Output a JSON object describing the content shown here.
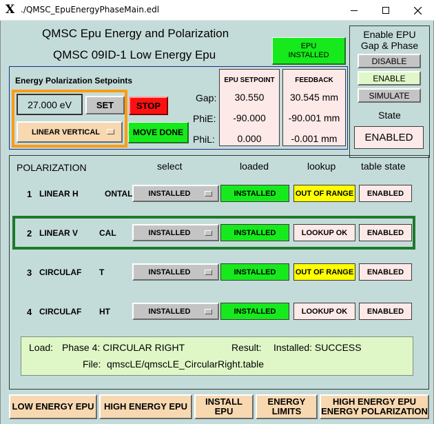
{
  "window": {
    "title": "./QMSC_EpuEnergyPhaseMain.edl",
    "app_icon": "X"
  },
  "header": {
    "line1": "QMSC Epu Energy and Polarization",
    "line2": "QMSC 09ID-1 Low Energy Epu",
    "epu_installed_line1": "EPU",
    "epu_installed_line2": "INSTALLED"
  },
  "enable_panel": {
    "title_line1": "Enable EPU",
    "title_line2": "Gap & Phase",
    "disable_label": "DISABLE",
    "enable_label": "ENABLE",
    "simulate_label": "SIMULATE",
    "state_label": "State",
    "state_value": "ENABLED"
  },
  "setpoints": {
    "title": "Energy Polarization Setpoints",
    "energy_value": "27.000 eV",
    "set_label": "SET",
    "stop_label": "STOP",
    "polarization_menu": "LINEAR VERTICAL",
    "move_done_label": "MOVE DONE",
    "row_labels": [
      "Gap:",
      "PhiE:",
      "PhiL:"
    ],
    "epu_setpoint_header": "EPU SETPOINT",
    "feedback_header": "FEEDBACK",
    "epu_setpoint_values": [
      "30.550",
      "-90.000",
      "0.000"
    ],
    "feedback_values": [
      "30.545 mm",
      "-90.001 mm",
      "-0.001 mm"
    ]
  },
  "polarization": {
    "title": "POLARIZATION",
    "col_headers": {
      "select": "select",
      "loaded": "loaded",
      "lookup": "lookup",
      "table_state": "table state"
    },
    "rows": [
      {
        "num": "1",
        "name_a": "LINEAR H",
        "name_b": "ONTAL",
        "select": "INSTALLED",
        "loaded": "INSTALLED",
        "lookup": "OUT OF RANGE",
        "table_state": "ENABLED"
      },
      {
        "num": "2",
        "name_a": "LINEAR V",
        "name_b": "CAL",
        "select": "INSTALLED",
        "loaded": "INSTALLED",
        "lookup": "LOOKUP OK",
        "table_state": "ENABLED"
      },
      {
        "num": "3",
        "name_a": "CIRCULAF",
        "name_b": "T",
        "select": "INSTALLED",
        "loaded": "INSTALLED",
        "lookup": "OUT OF RANGE",
        "table_state": "ENABLED"
      },
      {
        "num": "4",
        "name_a": "CIRCULAF",
        "name_b": "HT",
        "select": "INSTALLED",
        "loaded": "INSTALLED",
        "lookup": "LOOKUP OK",
        "table_state": "ENABLED"
      }
    ],
    "load_label": "Load:",
    "load_value": "Phase 4: CIRCULAR RIGHT",
    "result_label": "Result:",
    "result_value": "Installed: SUCCESS",
    "file_label": "File:",
    "file_value": "qmscLE/qmscLE_CircularRight.table"
  },
  "bottom_buttons": {
    "low_energy": "LOW ENERGY EPU",
    "high_energy": "HIGH ENERGY EPU",
    "install_line1": "INSTALL",
    "install_line2": "EPU",
    "energy_limits_line1": "ENERGY",
    "energy_limits_line2": "LIMITS",
    "high_pol_line1": "HIGH ENERGY EPU",
    "high_pol_line2": "ENERGY POLARIZATION"
  },
  "colors": {
    "background": "#c4dcd9",
    "green": "#16ea1c",
    "yellow": "#ffff00",
    "pink": "#fde9e8",
    "red": "#ff1010",
    "orange_focus": "#ff9b12",
    "dark_green_focus": "#1f7a2a",
    "blue_frame": "#1c2a8a",
    "tan": "#f7d8b0",
    "light_green_panel": "#dff7c6"
  },
  "icons": {
    "minimize": "minimize-icon",
    "maximize": "maximize-icon",
    "close": "close-icon"
  }
}
